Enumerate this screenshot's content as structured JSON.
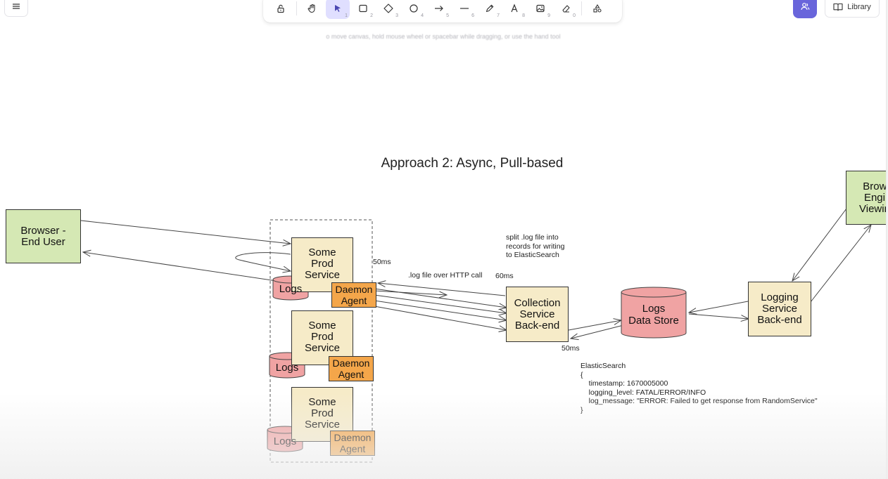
{
  "toolbar": {
    "tools": [
      {
        "icon": "lock-icon",
        "key": ""
      },
      {
        "icon": "hand-icon",
        "key": ""
      },
      {
        "icon": "pointer-icon",
        "key": "1",
        "active": true
      },
      {
        "icon": "rectangle-icon",
        "key": "2"
      },
      {
        "icon": "diamond-icon",
        "key": "3"
      },
      {
        "icon": "ellipse-icon",
        "key": "4"
      },
      {
        "icon": "arrow-icon",
        "key": "5"
      },
      {
        "icon": "line-icon",
        "key": "6"
      },
      {
        "icon": "pencil-icon",
        "key": "7"
      },
      {
        "icon": "text-icon",
        "key": "8"
      },
      {
        "icon": "image-icon",
        "key": "9"
      },
      {
        "icon": "eraser-icon",
        "key": "0"
      },
      {
        "icon": "extra-tools-icon",
        "key": ""
      }
    ],
    "hint": "o move canvas, hold mouse wheel or spacebar while dragging, or use the hand tool"
  },
  "library_label": "Library",
  "colors": {
    "accent": "#6965db",
    "green_box": "#d5e8b4",
    "yellow_box": "#f6ebc8",
    "orange_box": "#f4a64a",
    "red_cylinder": "#f0a3a3"
  },
  "diagram": {
    "title": "Approach 2: Async, Pull-based",
    "browser_user": "Browser -\nEnd User",
    "browser_engineer": "Brows\nEngin\nViewing",
    "prod_service": "Some\nProd\nService",
    "logs": "Logs",
    "daemon_agent": "Daemon\nAgent",
    "collection_service": "Collection\nService\nBack-end",
    "logs_data_store": "Logs\nData Store",
    "logging_service": "Logging\nService\nBack-end",
    "note_split": "split .log file into\nrecords for writing\nto ElasticSearch",
    "label_http": ".log file over HTTP call",
    "label_60ms": "60ms",
    "label_50ms_top": "50ms",
    "label_50ms_bottom": "50ms",
    "note_elastic": "ElasticSearch\n{\n    timestamp: 1670005000\n    logging_level: FATAL/ERROR/INFO\n    log_message: \"ERROR: Failed to get response from RandomService\"\n}"
  }
}
